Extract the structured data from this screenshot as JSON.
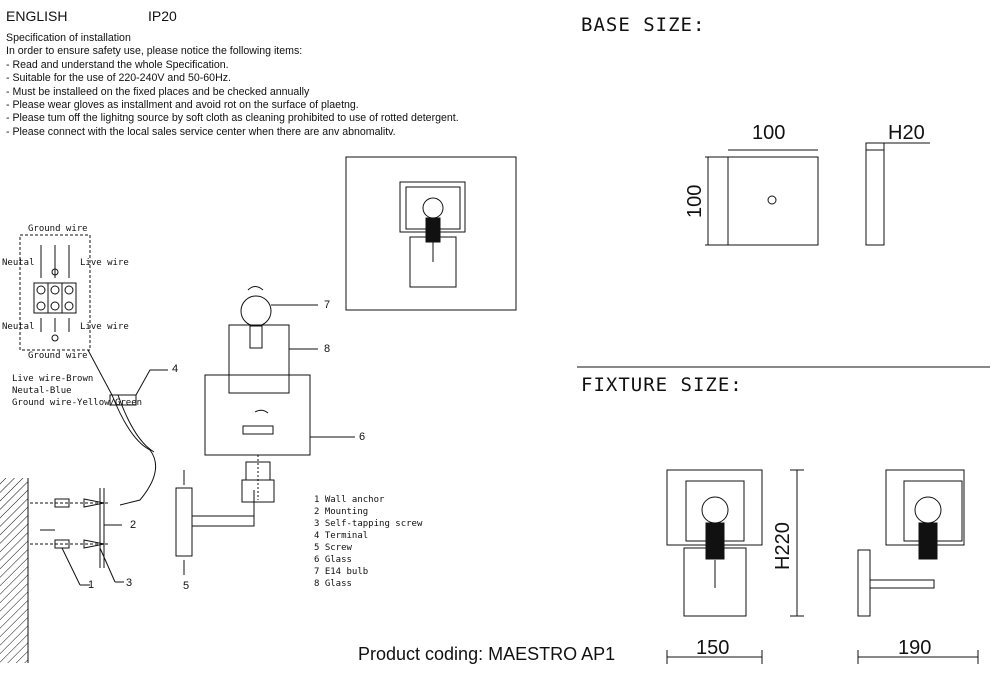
{
  "header": {
    "language": "ENGLISH",
    "ip_rating": "IP20"
  },
  "spec": {
    "title": "Specification of installation",
    "intro": "In order to ensure safety use, please notice the following items:",
    "items": [
      "- Read and understand the whole Specification.",
      "- Suitable for the use of 220-240V and 50-60Hz.",
      "- Must be installeed on the fixed places and be checked annually",
      "- Please wear gloves as installment and avoid rot on the surface of plaetng.",
      "- Please tum off the lighitng source by soft cloth as cleaning prohibited to use of rotted detergent.",
      "- Please connect with the local sales service center when there are anv abnomalitv."
    ]
  },
  "wiring": {
    "ground_top": "Ground wire",
    "neutral_top": "Neutal",
    "live_top": "Live wire",
    "neutral_bottom": "Neutal",
    "live_bottom": "Live wire",
    "ground_bottom": "Ground wire",
    "color_live": "Live wire-Brown",
    "color_neutral": "Neutal-Blue",
    "color_ground": "Ground wire-Yellow/Green"
  },
  "callouts": {
    "n1": "1",
    "n2": "2",
    "n3": "3",
    "n4": "4",
    "n5": "5",
    "n6": "6",
    "n7": "7",
    "n8": "8"
  },
  "legend": [
    "1 Wall anchor",
    "2 Mounting",
    "3 Self-tapping screw",
    "4 Terminal",
    "5 Screw",
    "6 Glass",
    "7 E14 bulb",
    "8 Glass"
  ],
  "base_size": {
    "title": "BASE SIZE:",
    "width": "100",
    "height": "100",
    "depth": "H20"
  },
  "fixture_size": {
    "title": "FIXTURE SIZE:",
    "height": "H220",
    "width": "150",
    "depth": "190"
  },
  "product_coding": "Product coding: MAESTRO AP1"
}
